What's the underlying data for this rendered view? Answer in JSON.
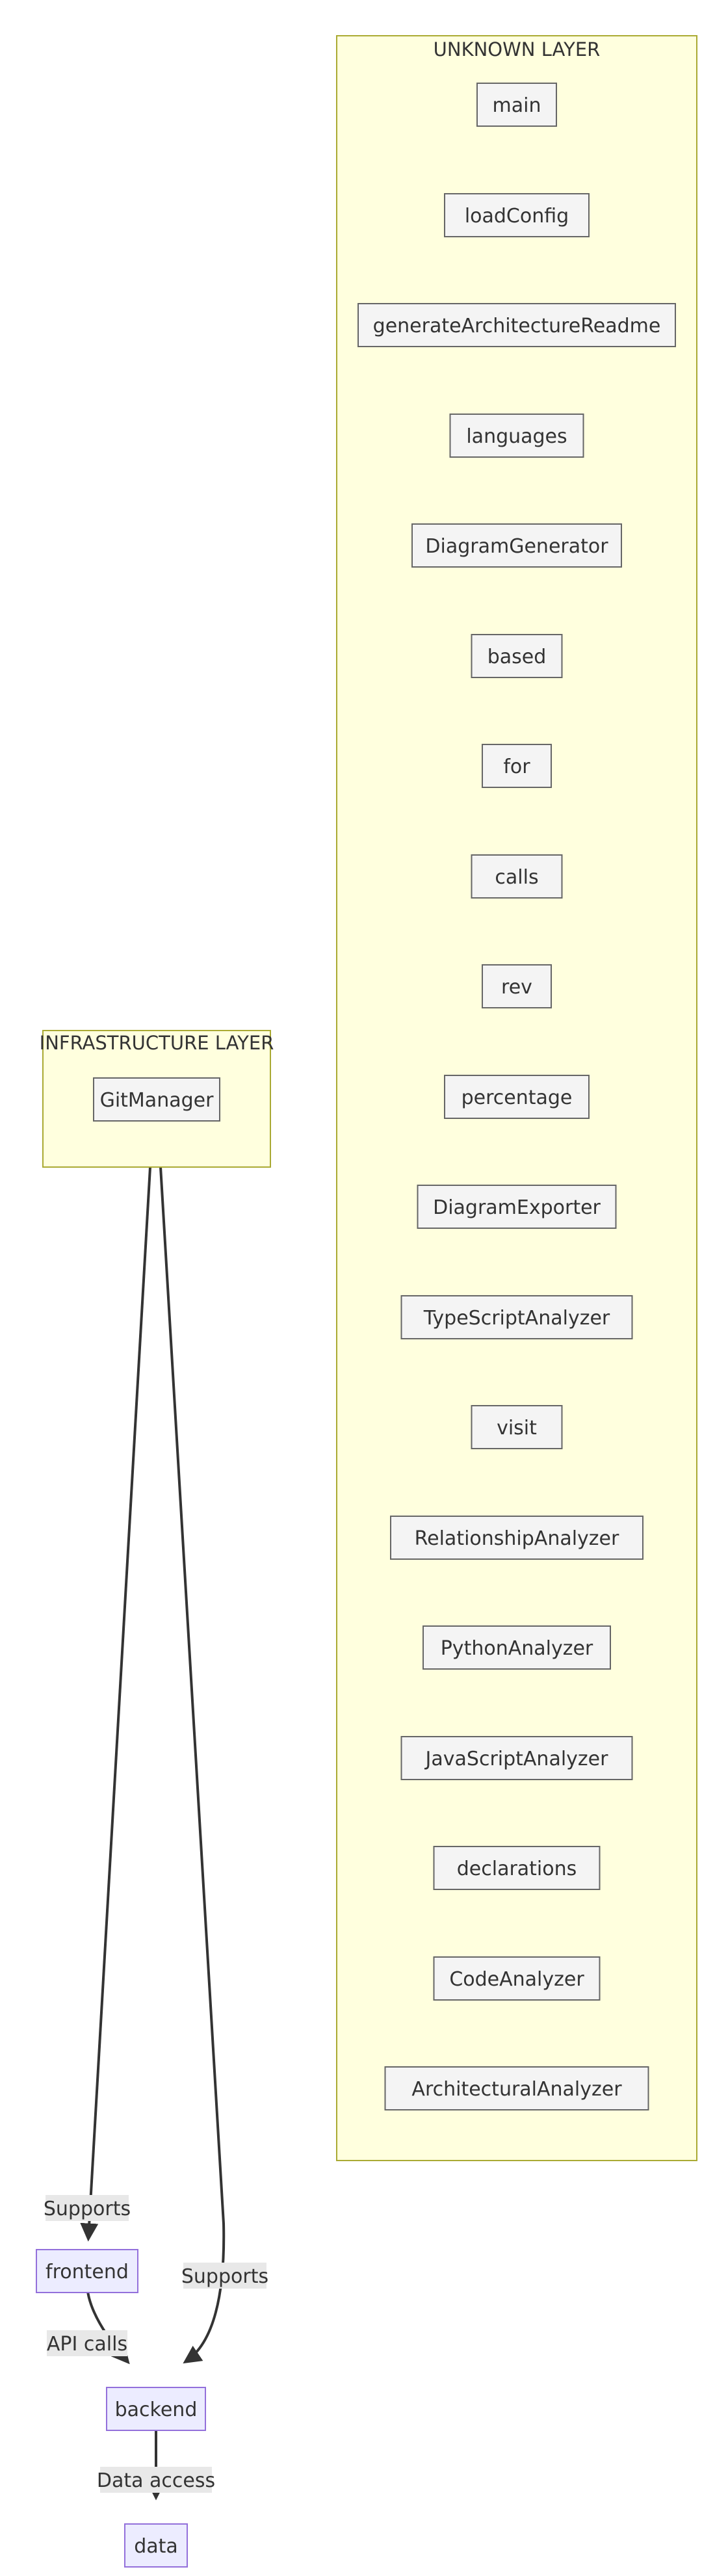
{
  "layers": [
    {
      "id": "unknown",
      "title": "UNKNOWN LAYER",
      "nodes": [
        {
          "label": "main"
        },
        {
          "label": "loadConfig"
        },
        {
          "label": "generateArchitectureReadme"
        },
        {
          "label": "languages"
        },
        {
          "label": "DiagramGenerator"
        },
        {
          "label": "based"
        },
        {
          "label": "for"
        },
        {
          "label": "calls"
        },
        {
          "label": "rev"
        },
        {
          "label": "percentage"
        },
        {
          "label": "DiagramExporter"
        },
        {
          "label": "TypeScriptAnalyzer"
        },
        {
          "label": "visit"
        },
        {
          "label": "RelationshipAnalyzer"
        },
        {
          "label": "PythonAnalyzer"
        },
        {
          "label": "JavaScriptAnalyzer"
        },
        {
          "label": "declarations"
        },
        {
          "label": "CodeAnalyzer"
        },
        {
          "label": "ArchitecturalAnalyzer"
        }
      ]
    },
    {
      "id": "infrastructure",
      "title": "INFRASTRUCTURE LAYER",
      "nodes": [
        {
          "label": "GitManager"
        }
      ]
    }
  ],
  "standalone_nodes": [
    {
      "id": "frontend",
      "label": "frontend"
    },
    {
      "id": "backend",
      "label": "backend"
    },
    {
      "id": "data",
      "label": "data"
    }
  ],
  "edges": [
    {
      "from": "infrastructure",
      "to": "frontend",
      "label": "Supports"
    },
    {
      "from": "infrastructure",
      "to": "backend",
      "label": "Supports"
    },
    {
      "from": "frontend",
      "to": "backend",
      "label": "API calls"
    },
    {
      "from": "backend",
      "to": "data",
      "label": "Data access"
    }
  ],
  "colors": {
    "layer_fill": "#ffffde",
    "layer_stroke": "#aaaa33",
    "layer_node_fill": "#f4f4f4",
    "layer_node_stroke": "#666666",
    "plain_node_fill": "#ececff",
    "plain_node_stroke": "#9370db",
    "edge_stroke": "#333333",
    "edge_label_bg": "#e8e8e8",
    "text": "#333333"
  }
}
